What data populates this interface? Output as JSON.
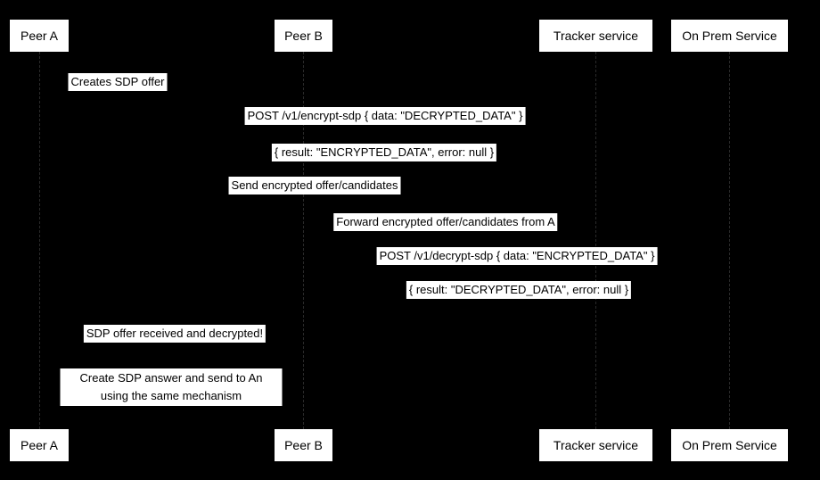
{
  "diagram": {
    "type": "sequence",
    "colors": {
      "background": "#000000",
      "box_fill": "#ffffff",
      "box_text": "#000000",
      "lifeline": "#2a2a2a"
    },
    "actors": [
      {
        "label": "Peer A"
      },
      {
        "label": "Peer B"
      },
      {
        "label": "Tracker service"
      },
      {
        "label": "On Prem Service"
      }
    ],
    "messages": [
      {
        "text": "Creates SDP offer"
      },
      {
        "text": "POST /v1/encrypt-sdp { data: \"DECRYPTED_DATA\" }"
      },
      {
        "text": "{ result: \"ENCRYPTED_DATA\", error: null }"
      },
      {
        "text": "Send encrypted offer/candidates"
      },
      {
        "text": "Forward encrypted offer/candidates from A"
      },
      {
        "text": "POST /v1/decrypt-sdp { data: \"ENCRYPTED_DATA\" }"
      },
      {
        "text": "{ result: \"DECRYPTED_DATA\", error: null }"
      },
      {
        "text": "SDP offer received and decrypted!"
      }
    ],
    "note": {
      "line1": "Create SDP answer and send to An",
      "line2": "using the same mechanism"
    }
  }
}
